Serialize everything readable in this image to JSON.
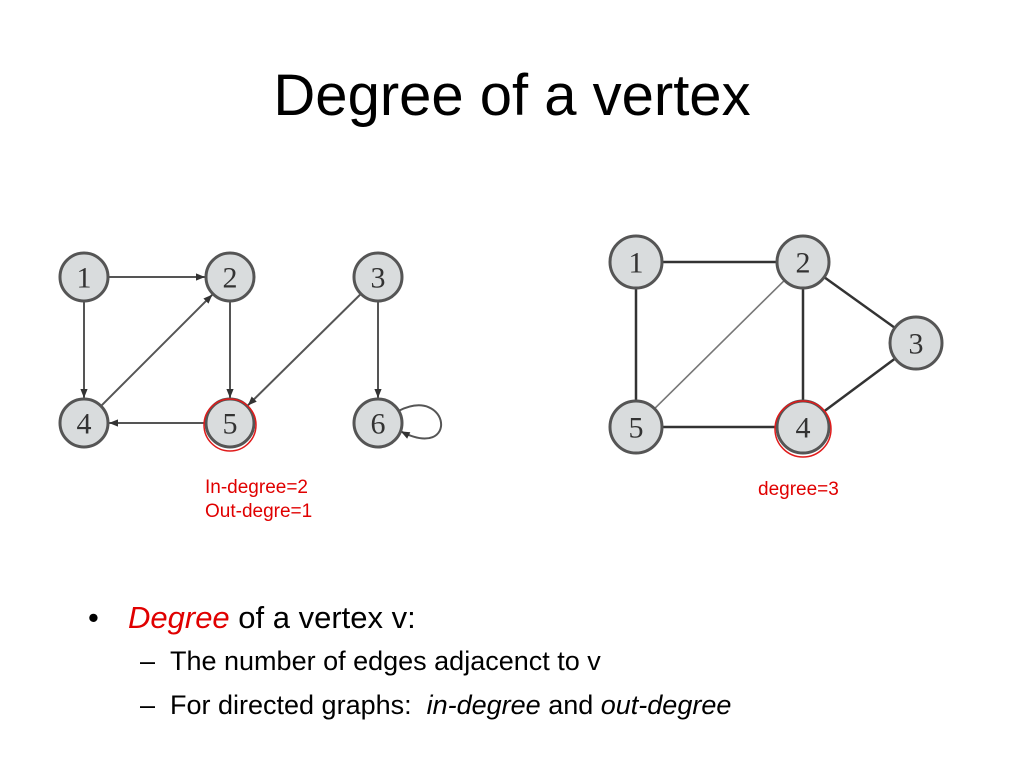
{
  "slide": {
    "title": "Degree of a vertex"
  },
  "directed_graph": {
    "nodes": [
      {
        "id": "1",
        "label": "1"
      },
      {
        "id": "2",
        "label": "2"
      },
      {
        "id": "3",
        "label": "3"
      },
      {
        "id": "4",
        "label": "4"
      },
      {
        "id": "5",
        "label": "5",
        "highlighted": true
      },
      {
        "id": "6",
        "label": "6"
      }
    ],
    "edges": [
      {
        "from": "1",
        "to": "2"
      },
      {
        "from": "1",
        "to": "4"
      },
      {
        "from": "4",
        "to": "2"
      },
      {
        "from": "2",
        "to": "5"
      },
      {
        "from": "3",
        "to": "5"
      },
      {
        "from": "3",
        "to": "6"
      },
      {
        "from": "5",
        "to": "4"
      },
      {
        "from": "6",
        "to": "6"
      }
    ],
    "annotation_line1": "In-degree=2",
    "annotation_line2": "Out-degre=1"
  },
  "undirected_graph": {
    "nodes": [
      {
        "id": "1",
        "label": "1"
      },
      {
        "id": "2",
        "label": "2"
      },
      {
        "id": "3",
        "label": "3"
      },
      {
        "id": "4",
        "label": "4",
        "highlighted": true
      },
      {
        "id": "5",
        "label": "5"
      }
    ],
    "edges": [
      {
        "from": "1",
        "to": "2"
      },
      {
        "from": "1",
        "to": "5"
      },
      {
        "from": "2",
        "to": "5"
      },
      {
        "from": "2",
        "to": "4"
      },
      {
        "from": "2",
        "to": "3"
      },
      {
        "from": "5",
        "to": "4"
      },
      {
        "from": "4",
        "to": "3"
      }
    ],
    "annotation": "degree=3"
  },
  "bullets": {
    "main_marker": "•",
    "main_term": "Degree",
    "main_rest": " of a vertex v:",
    "sub_marker": "–",
    "sub1": "The number of edges adjacenct to v",
    "sub2_prefix": "For directed graphs:  ",
    "sub2_term1": "in-degree",
    "sub2_mid": " and ",
    "sub2_term2": "out-degree"
  },
  "colors": {
    "accent_red": "#e00000",
    "node_fill": "#d9dcdd",
    "node_stroke": "#555555"
  }
}
